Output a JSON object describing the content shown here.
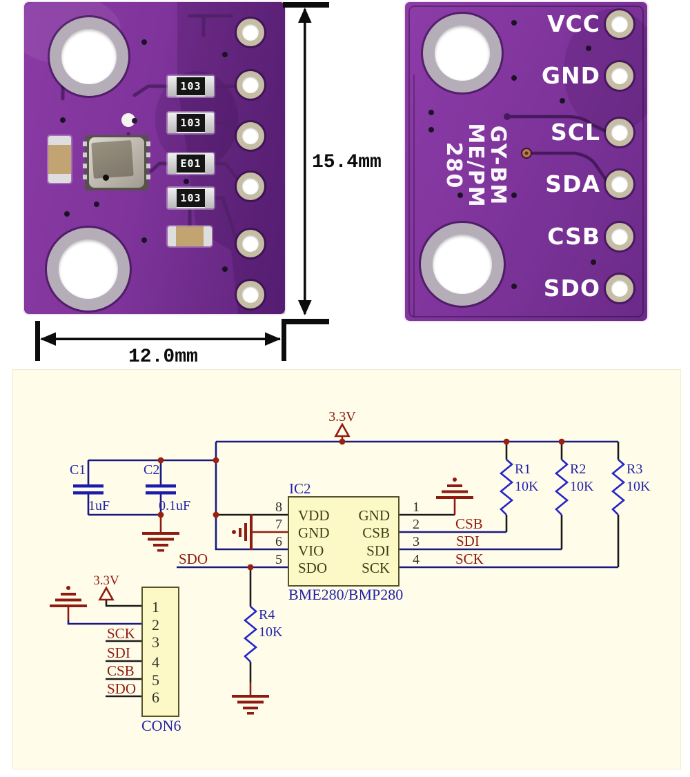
{
  "front_photo": {
    "resistors": [
      "103",
      "103",
      "E01",
      "103"
    ],
    "dimensions": {
      "height": "15.4mm",
      "width": "12.0mm"
    }
  },
  "back_photo": {
    "pins": [
      "VCC",
      "GND",
      "SCL",
      "SDA",
      "CSB",
      "SDO"
    ],
    "silkscreen": [
      "GY-BM",
      "ME/PM",
      "280"
    ]
  },
  "schematic": {
    "supply_top": "3.3V",
    "supply_con": "3.3V",
    "capacitors": [
      {
        "ref": "C1",
        "value": "1uF"
      },
      {
        "ref": "C2",
        "value": "0.1uF"
      }
    ],
    "resistors": [
      {
        "ref": "R1",
        "value": "10K"
      },
      {
        "ref": "R2",
        "value": "10K"
      },
      {
        "ref": "R3",
        "value": "10K"
      },
      {
        "ref": "R4",
        "value": "10K"
      }
    ],
    "ic": {
      "ref": "IC2",
      "part": "BME280/BMP280",
      "left_pins": [
        {
          "num": "8",
          "name": "VDD"
        },
        {
          "num": "7",
          "name": "GND"
        },
        {
          "num": "6",
          "name": "VIO"
        },
        {
          "num": "5",
          "name": "SDO"
        }
      ],
      "right_pins": [
        {
          "num": "1",
          "name": "GND"
        },
        {
          "num": "2",
          "name": "CSB"
        },
        {
          "num": "3",
          "name": "SDI"
        },
        {
          "num": "4",
          "name": "SCK"
        }
      ]
    },
    "nets": {
      "sdo_left": "SDO",
      "csb": "CSB",
      "sdi": "SDI",
      "sck": "SCK"
    },
    "connector": {
      "ref": "CON6",
      "pin_numbers": [
        "1",
        "2",
        "3",
        "4",
        "5",
        "6"
      ],
      "net_labels": [
        "SCK",
        "SDI",
        "CSB",
        "SDO"
      ]
    }
  },
  "colors": {
    "wire_navy": "#191980",
    "net_red": "#8E1B12",
    "label_blue": "#2424A8",
    "board_purple": "#7C3399",
    "schematic_bg": "#FFFCE9",
    "box_fill": "#FDF9C6"
  }
}
